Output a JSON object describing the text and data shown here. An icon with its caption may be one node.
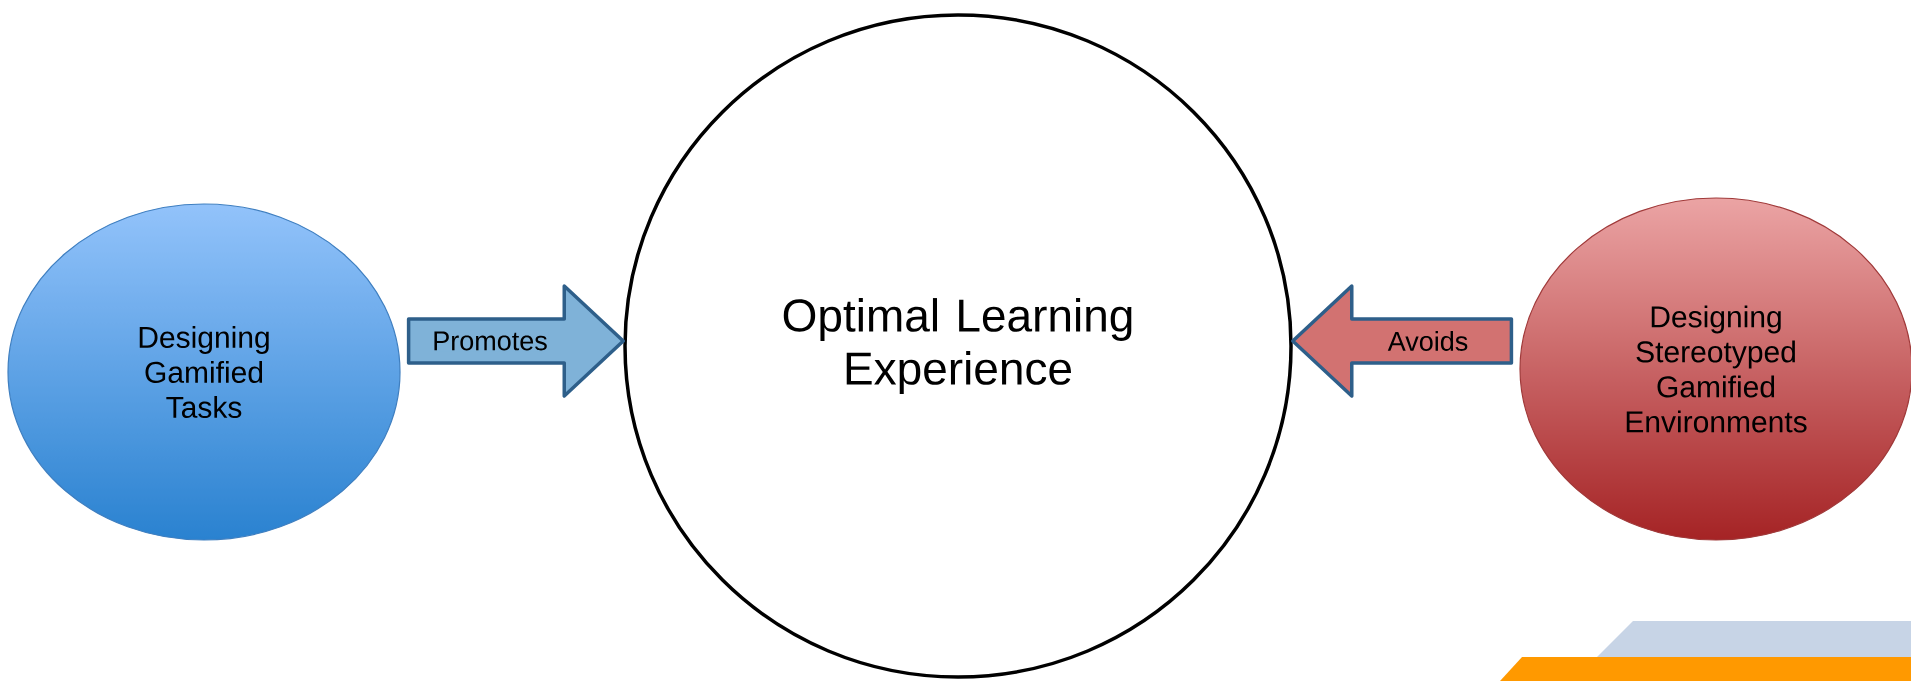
{
  "diagram": {
    "nodes": [
      {
        "text": [
          "Designing Gamified Tasks"
        ]
      },
      {
        "text": [
          "Optimal Learning Experience"
        ]
      },
      {
        "text": [
          "Designing Stereotyped Gamified Environments"
        ]
      }
    ],
    "edges": [
      {
        "from": 0,
        "to": 1,
        "arrow": "to",
        "label": "Promotes",
        "color": "#7fb2d8"
      },
      {
        "from": 2,
        "to": 1,
        "arrow": "to",
        "label": "Avoids",
        "color": "#d27271"
      }
    ]
  }
}
